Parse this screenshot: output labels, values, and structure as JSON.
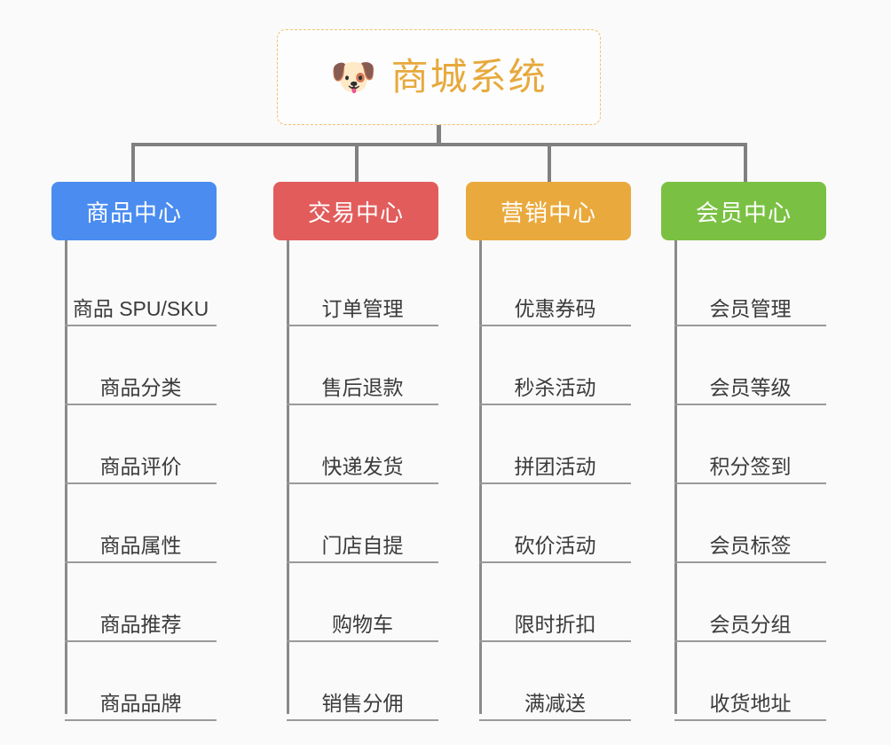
{
  "diagram": {
    "type": "mind-map",
    "background_color": "#fafafa",
    "root": {
      "title": "商城系统",
      "icon": "dog-face-emoji",
      "emoji": "🐶",
      "text_color": "#e7a93c",
      "border_color": "#f0c070",
      "border_style": "dashed"
    },
    "connector_color": "#808080",
    "branches": [
      {
        "label": "商品中心",
        "color": "#4a8cf0",
        "items": [
          "商品 SPU/SKU",
          "商品分类",
          "商品评价",
          "商品属性",
          "商品推荐",
          "商品品牌"
        ]
      },
      {
        "label": "交易中心",
        "color": "#e25c5c",
        "items": [
          "订单管理",
          "售后退款",
          "快递发货",
          "门店自提",
          "购物车",
          "销售分佣"
        ]
      },
      {
        "label": "营销中心",
        "color": "#eaa93c",
        "items": [
          "优惠券码",
          "秒杀活动",
          "拼团活动",
          "砍价活动",
          "限时折扣",
          "满减送"
        ]
      },
      {
        "label": "会员中心",
        "color": "#7ac143",
        "items": [
          "会员管理",
          "会员等级",
          "积分签到",
          "会员标签",
          "会员分组",
          "收货地址"
        ]
      }
    ]
  }
}
